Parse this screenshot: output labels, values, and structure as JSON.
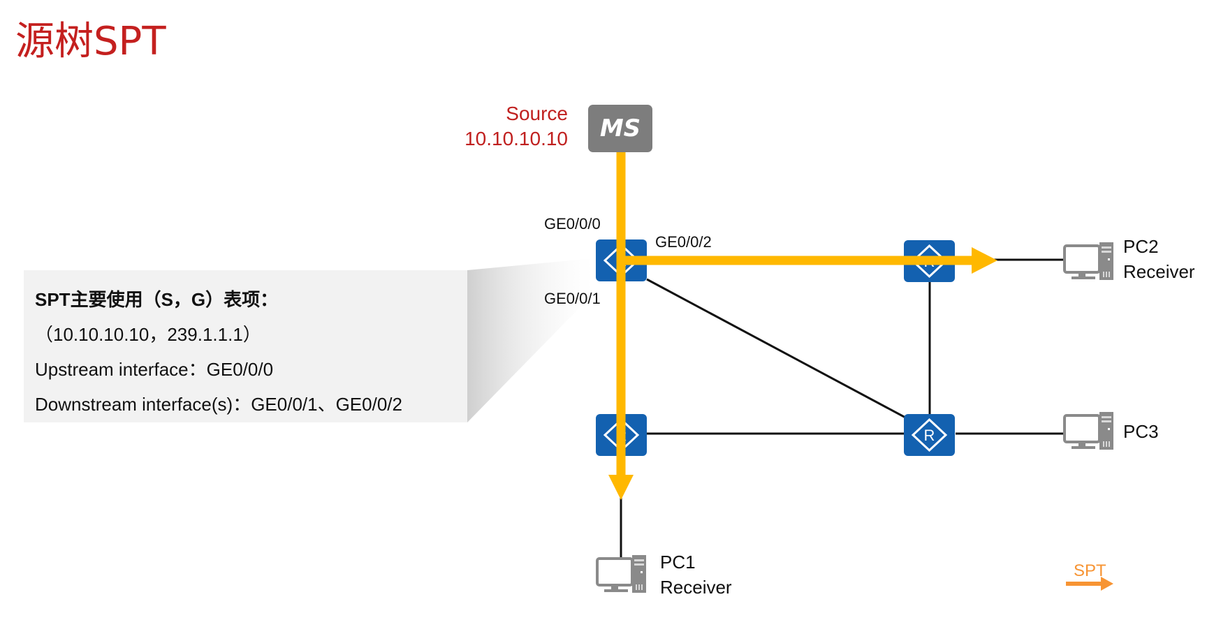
{
  "title": "源树SPT",
  "source": {
    "label": "Source",
    "ip": "10.10.10.10",
    "device_label": "MS"
  },
  "ports": {
    "ge000": "GE0/0/0",
    "ge001": "GE0/0/1",
    "ge002": "GE0/0/2"
  },
  "routers": [
    {
      "id": "router-top-left",
      "label": "R"
    },
    {
      "id": "router-top-right",
      "label": "R"
    },
    {
      "id": "router-bottom-left",
      "label": "R"
    },
    {
      "id": "router-bottom-right",
      "label": "R"
    }
  ],
  "hosts": [
    {
      "name": "PC1",
      "role": "Receiver"
    },
    {
      "name": "PC2",
      "role": "Receiver"
    },
    {
      "name": "PC3",
      "role": ""
    }
  ],
  "info": {
    "heading": "SPT主要使用（S，G）表项：",
    "entry": "（10.10.10.10，239.1.1.1）",
    "upstream": "Upstream interface：GE0/0/0",
    "downstream": "Downstream interface(s)：GE0/0/1、GE0/0/2"
  },
  "legend": {
    "label": "SPT"
  },
  "colors": {
    "title": "#c4201f",
    "accent_red": "#c0201f",
    "spt_path": "#ffb800",
    "legend_orange": "#f79433",
    "router_blue": "#1361b0",
    "ms_gray": "#7d7d7d",
    "pc_gray": "#8a8a8a"
  }
}
